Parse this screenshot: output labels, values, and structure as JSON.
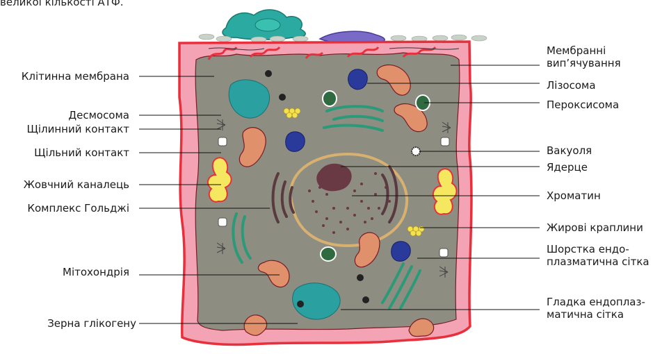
{
  "top_caption": "великої кількості АТФ.",
  "labels_left": [
    "Клітинна мембрана",
    "Десмосома",
    "Щілинний контакт",
    "Щільний контакт",
    "Жовчний каналець",
    "Комплекс Гольджі",
    "Мітохондрія",
    "Зерна глікогену"
  ],
  "labels_right": [
    [
      "Мембранні",
      "вип’ячування"
    ],
    [
      "Лізосома"
    ],
    [
      "Пероксисома"
    ],
    [
      "Вакуоля"
    ],
    [
      "Ядерце"
    ],
    [
      "Хроматин"
    ],
    [
      "Жирові краплини"
    ],
    [
      "Шорстка ендо-",
      "плазматична сітка"
    ],
    [
      "Гладка ендоплаз-",
      "матична сітка"
    ]
  ],
  "colors": {
    "membrane": "#f0a0b0",
    "membrane_edge": "#e8303c",
    "cytoplasm": "#8d8d82",
    "mitochondria": "#e0906a",
    "golgi": "#5a3a40",
    "er": "#2a9a78",
    "smooth_er": "#2aa0a0",
    "lysosome": "#2a3a9a",
    "peroxisome": "#2f6a40",
    "nucleus_envelope": "#d8b070",
    "chromatin": "#6a3a44",
    "fat": "#f5e050",
    "bile": "#f5e860"
  }
}
